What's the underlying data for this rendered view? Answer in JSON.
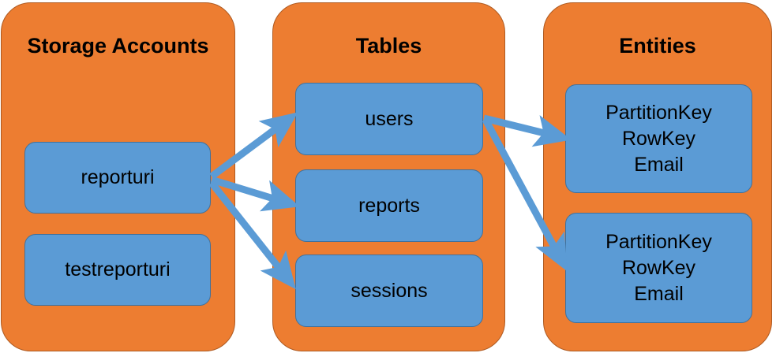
{
  "diagram": {
    "title_font_color": "#000000",
    "panel_color": "#ED7D31",
    "panel_border_color": "#AE5A21",
    "node_color": "#5B9BD5",
    "node_border_color": "#41719C",
    "arrow_color": "#5B9BD5",
    "groups": [
      {
        "id": "storage-accounts",
        "title": "Storage Accounts",
        "nodes": [
          {
            "id": "reporturi",
            "label": "reporturi"
          },
          {
            "id": "testreporturi",
            "label": "testreporturi"
          }
        ]
      },
      {
        "id": "tables",
        "title": "Tables",
        "nodes": [
          {
            "id": "users",
            "label": "users"
          },
          {
            "id": "reports",
            "label": "reports"
          },
          {
            "id": "sessions",
            "label": "sessions"
          }
        ]
      },
      {
        "id": "entities",
        "title": "Entities",
        "nodes": [
          {
            "id": "entity-1",
            "label": "PartitionKey\nRowKey\nEmail"
          },
          {
            "id": "entity-2",
            "label": "PartitionKey\nRowKey\nEmail"
          }
        ]
      }
    ],
    "connections": [
      {
        "id": "reporturi-to-users",
        "from": "reporturi",
        "to": "users"
      },
      {
        "id": "reporturi-to-reports",
        "from": "reporturi",
        "to": "reports"
      },
      {
        "id": "reporturi-to-sessions",
        "from": "reporturi",
        "to": "sessions"
      },
      {
        "id": "users-to-entity-1",
        "from": "users",
        "to": "entity-1"
      },
      {
        "id": "users-to-entity-2",
        "from": "users",
        "to": "entity-2"
      }
    ]
  }
}
